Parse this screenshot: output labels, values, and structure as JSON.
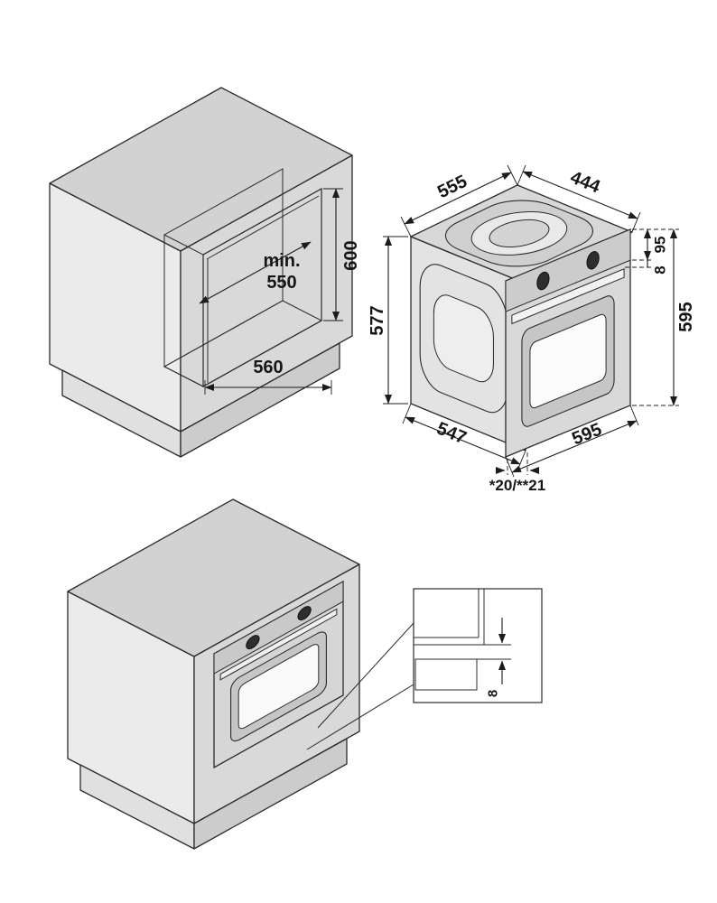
{
  "page": {
    "background": "#ffffff",
    "line_color": "#2b2b2b"
  },
  "cabinet_niche_diagram": {
    "niche_width_min_label": "min.",
    "niche_width_value": "550",
    "niche_height": "600",
    "niche_depth": "560"
  },
  "oven_diagram": {
    "top_width": "555",
    "top_rear_depth": "444",
    "body_height": "577",
    "control_panel_height": "95",
    "panel_gap": "8",
    "front_height": "595",
    "body_depth": "547",
    "front_width": "595",
    "protrusion_note": "*20/**21"
  },
  "gap_detail": {
    "bottom_gap": "8"
  }
}
